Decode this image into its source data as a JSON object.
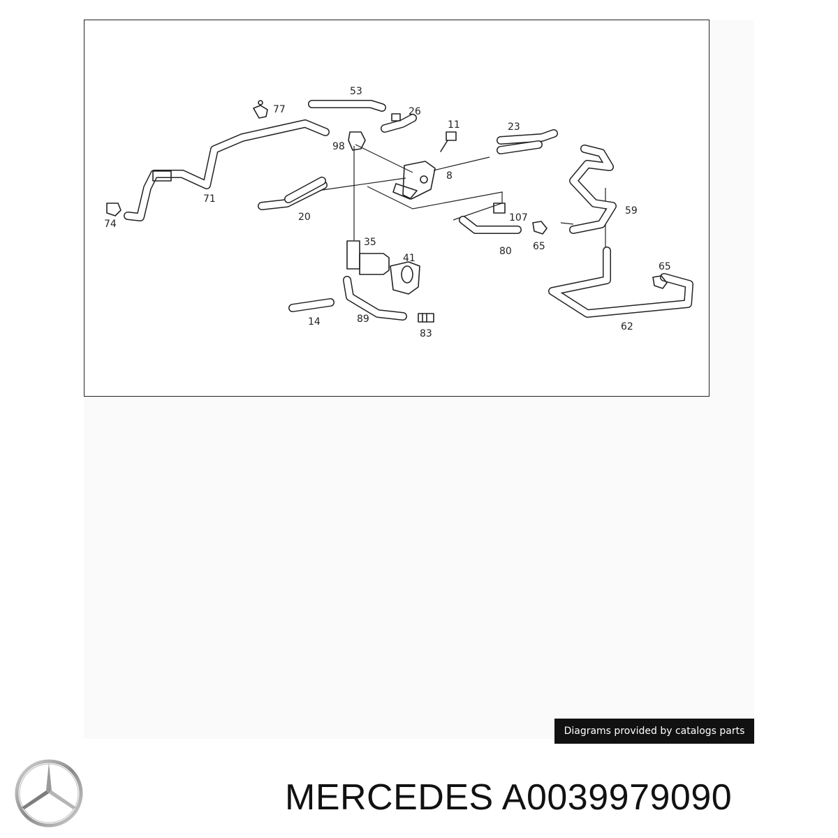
{
  "diagram": {
    "callouts": {
      "c53": "53",
      "c77": "77",
      "c26": "26",
      "c11": "11",
      "c23": "23",
      "c98": "98",
      "c8": "8",
      "c71": "71",
      "c74": "74",
      "c20": "20",
      "c107": "107",
      "c59": "59",
      "c35": "35",
      "c80": "80",
      "c65a": "65",
      "c41": "41",
      "c65b": "65",
      "c14": "14",
      "c89": "89",
      "c83": "83",
      "c62": "62"
    }
  },
  "credit": {
    "text": "Diagrams provided by catalogs parts"
  },
  "product": {
    "brand": "MERCEDES",
    "part_number": "A0039979090",
    "title": "MERCEDES A0039979090",
    "logo_icon": "mercedes-star-logo"
  }
}
